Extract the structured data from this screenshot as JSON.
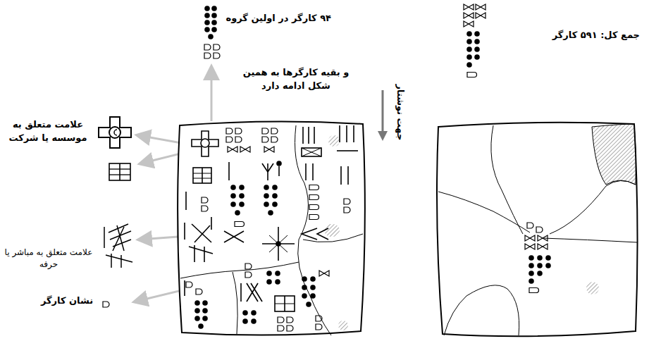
{
  "diagram": {
    "labels": [
      "۹۴ کارگر در اولین گروه",
      "و بقیه کارگرها به همین شکل ادامه دارد",
      "علامت متعلق به موسسه یا شرکت",
      "جهت نوشتار",
      "علامت متعلق به مباشر یا حرفه",
      "نشان کارگر",
      "جمع کل: ۵۹۱ کارگر"
    ]
  }
}
